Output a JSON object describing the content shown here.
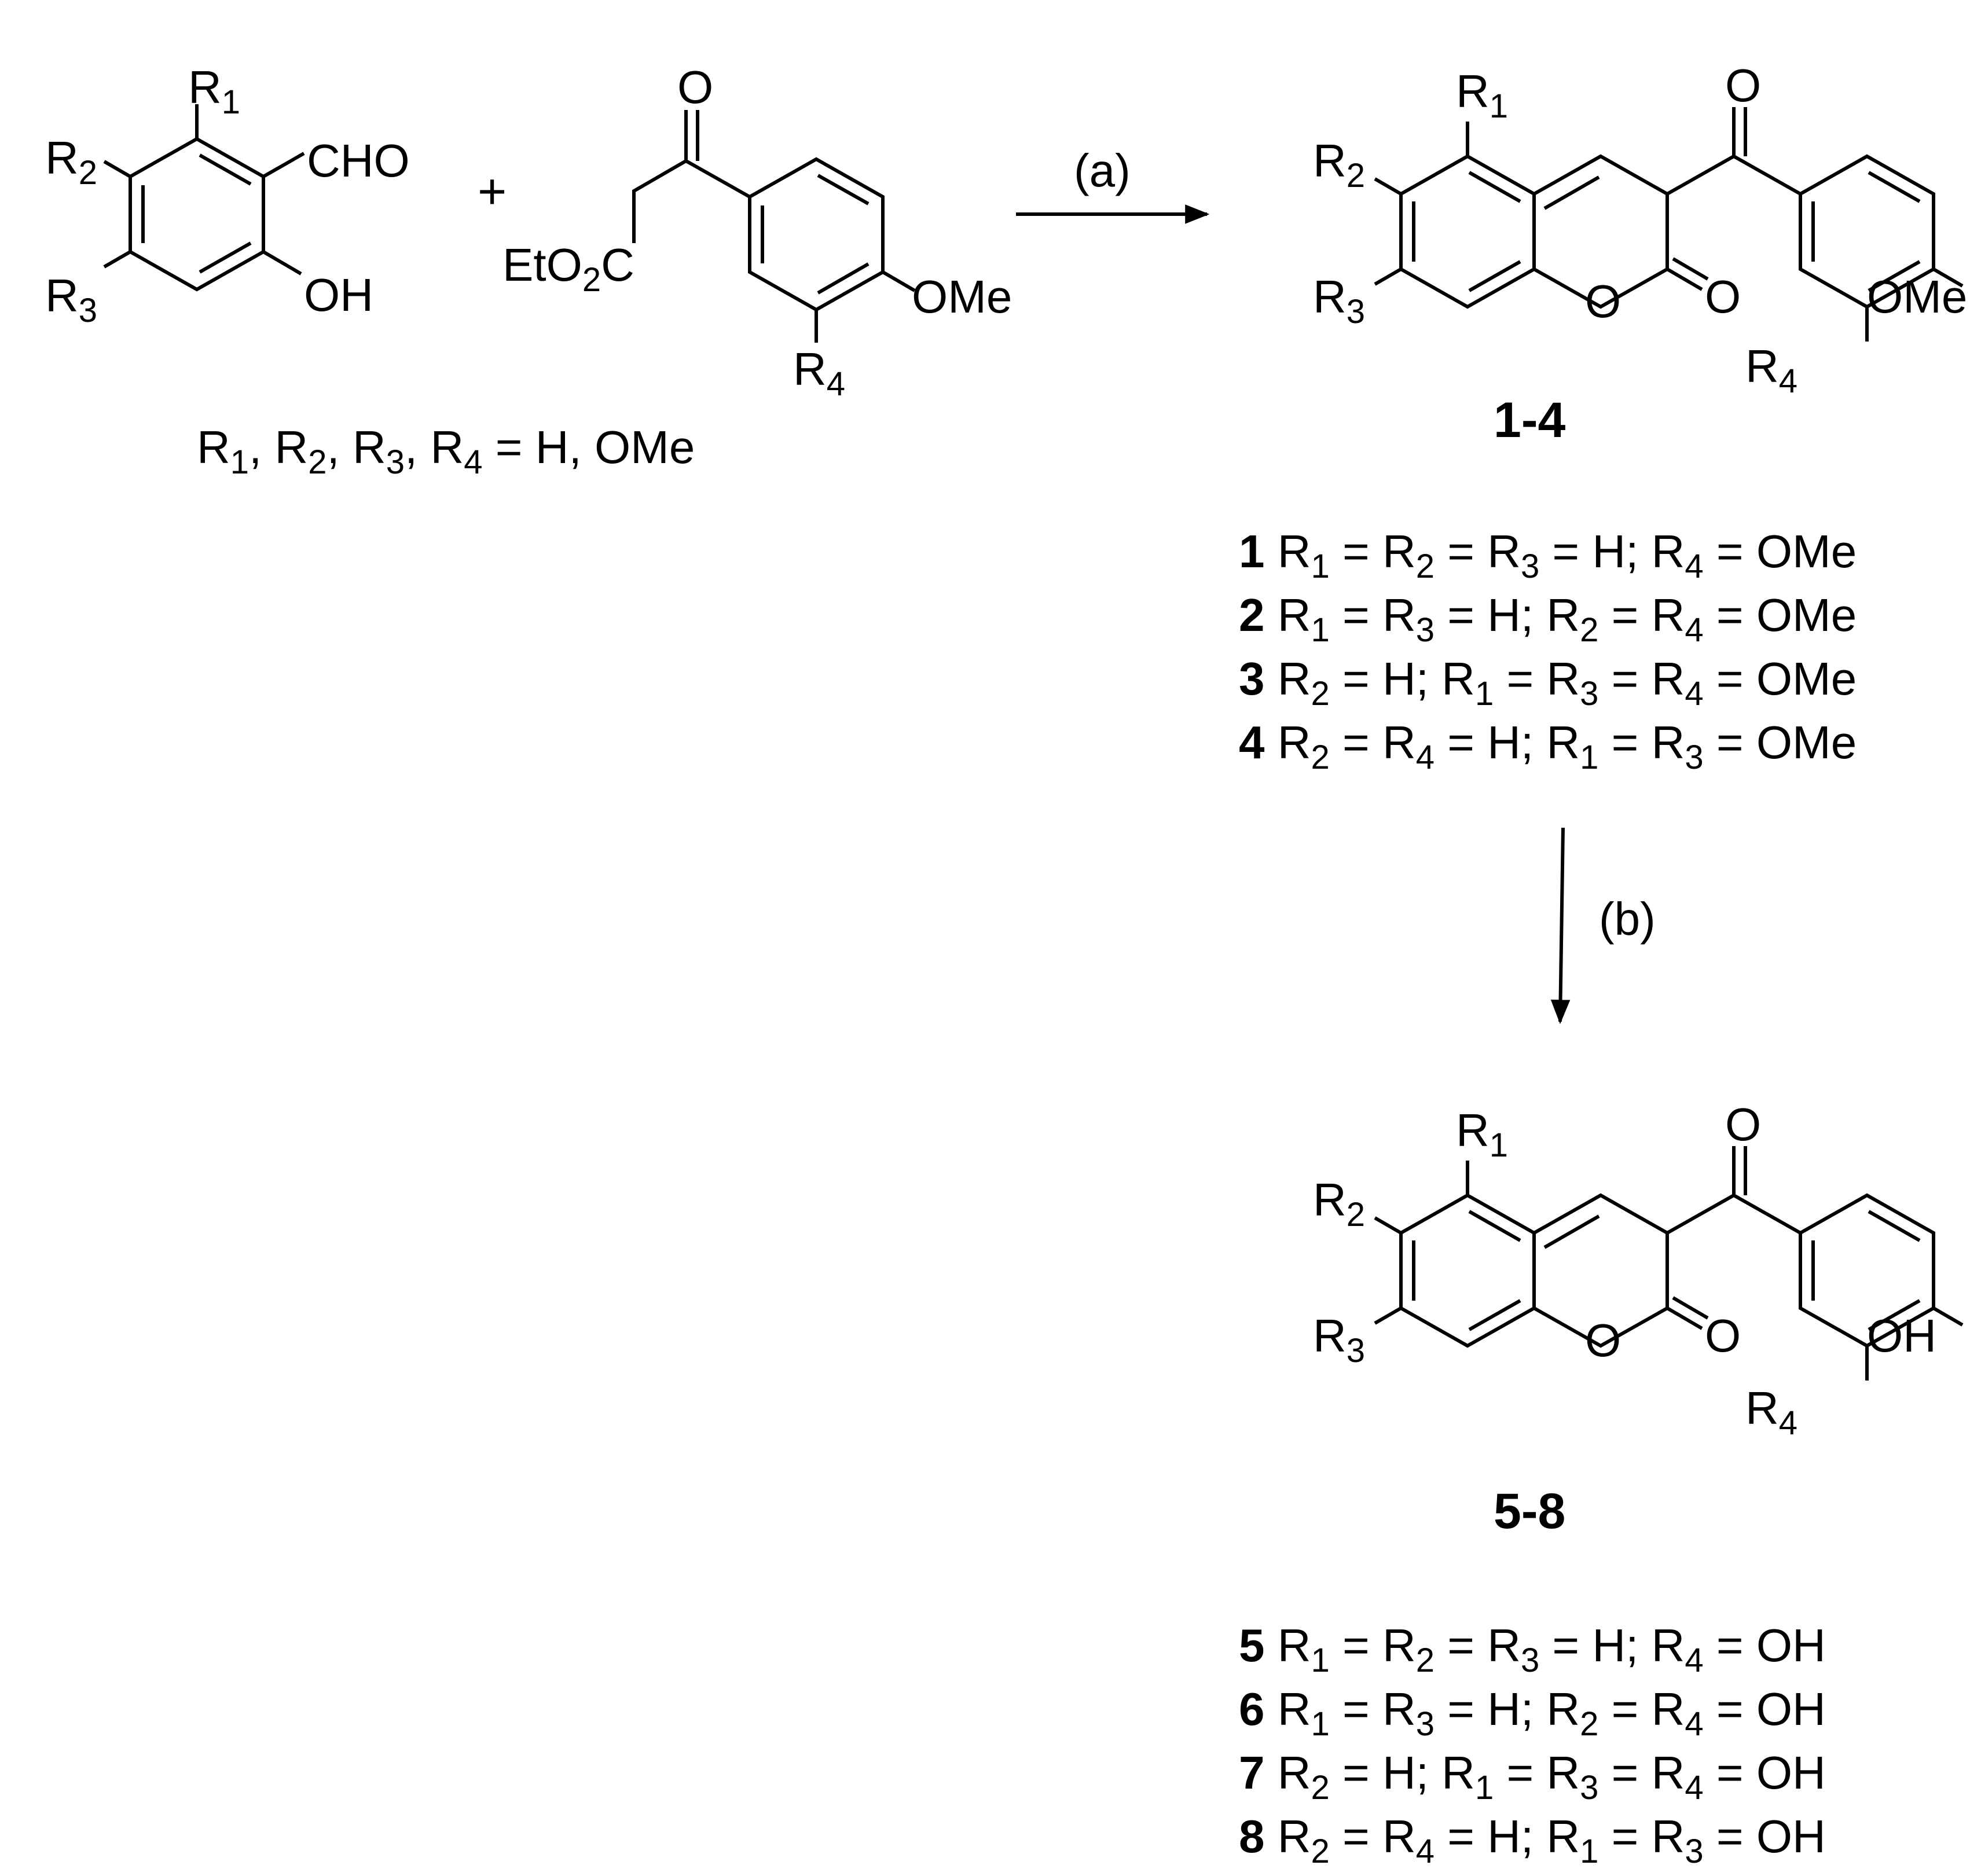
{
  "reactant1": {
    "r1": "R",
    "r1_sub": "1",
    "r2": "R",
    "r2_sub": "2",
    "r3": "R",
    "r3_sub": "3",
    "cho": "CHO",
    "oh": "OH"
  },
  "plus": "+",
  "reactant2": {
    "o": "O",
    "eto": "EtO",
    "eto_sub": "2",
    "eto_c": "C",
    "ome": "OMe",
    "r4": "R",
    "r4_sub": "4"
  },
  "substituent_note": {
    "r1": "R",
    "s1": "1",
    "c1": ", ",
    "r2": "R",
    "s2": "2",
    "c2": ", ",
    "r3": "R",
    "s3": "3",
    "c3": ", ",
    "r4": "R",
    "s4": "4",
    "rest": " = H, OMe"
  },
  "step_a": "(a)",
  "step_b": "(b)",
  "product_1_4": {
    "r1": "R",
    "r1_sub": "1",
    "r2": "R",
    "r2_sub": "2",
    "r3": "R",
    "r3_sub": "3",
    "r4": "R",
    "r4_sub": "4",
    "ketone_o": "O",
    "ring_o": "O",
    "lactone_o": "O",
    "ome": "OMe",
    "id": "1-4"
  },
  "product_5_8": {
    "r1": "R",
    "r1_sub": "1",
    "r2": "R",
    "r2_sub": "2",
    "r3": "R",
    "r3_sub": "3",
    "r4": "R",
    "r4_sub": "4",
    "ketone_o": "O",
    "ring_o": "O",
    "lactone_o": "O",
    "oh": "OH",
    "id": "5-8"
  },
  "compounds_1_4": [
    {
      "num": "1",
      "parts": [
        [
          "R",
          "1",
          " = "
        ],
        [
          "R",
          "2",
          " = "
        ],
        [
          "R",
          "3",
          " = H; "
        ],
        [
          "R",
          "4",
          " =  OMe"
        ]
      ]
    },
    {
      "num": "2",
      "parts": [
        [
          "R",
          "1",
          " = "
        ],
        [
          "R",
          "3",
          " = H; "
        ],
        [
          "R",
          "2",
          " = "
        ],
        [
          "R",
          "4",
          " =  OMe"
        ]
      ]
    },
    {
      "num": "3",
      "parts": [
        [
          "R",
          "2",
          " = H; "
        ],
        [
          "R",
          "1",
          " = "
        ],
        [
          "R",
          "3",
          " = "
        ],
        [
          "R",
          "4",
          " =  OMe"
        ]
      ]
    },
    {
      "num": "4",
      "parts": [
        [
          "R",
          "2",
          " = "
        ],
        [
          "R",
          "4",
          " = H; "
        ],
        [
          "R",
          "1",
          " = "
        ],
        [
          "R",
          "3",
          " =  OMe"
        ]
      ]
    }
  ],
  "compounds_5_8": [
    {
      "num": "5",
      "parts": [
        [
          "R",
          "1",
          " = "
        ],
        [
          "R",
          "2",
          " = "
        ],
        [
          "R",
          "3",
          " = H; "
        ],
        [
          "R",
          "4",
          " =  OH"
        ]
      ]
    },
    {
      "num": "6",
      "parts": [
        [
          "R",
          "1",
          " = "
        ],
        [
          "R",
          "3",
          " = H; "
        ],
        [
          "R",
          "2",
          " = "
        ],
        [
          "R",
          "4",
          " =  OH"
        ]
      ]
    },
    {
      "num": "7",
      "parts": [
        [
          "R",
          "2",
          " = H; "
        ],
        [
          "R",
          "1",
          " = "
        ],
        [
          "R",
          "3",
          " = "
        ],
        [
          "R",
          "4",
          " =  OH"
        ]
      ]
    },
    {
      "num": "8",
      "parts": [
        [
          "R",
          "2",
          " = "
        ],
        [
          "R",
          "4",
          " = H; "
        ],
        [
          "R",
          "1",
          " = "
        ],
        [
          "R",
          "3",
          " =  OH"
        ]
      ]
    }
  ]
}
